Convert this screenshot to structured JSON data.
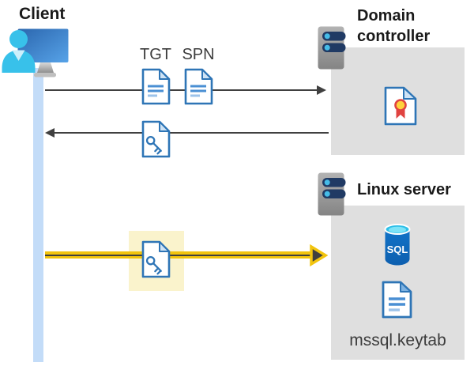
{
  "diagram": {
    "client": {
      "label": "Client"
    },
    "tickets": {
      "tgt_label": "TGT",
      "spn_label": "SPN"
    },
    "domain_controller": {
      "label_line1": "Domain",
      "label_line2": "controller"
    },
    "linux_server": {
      "label": "Linux server",
      "sql_icon_label": "SQL",
      "keytab_label": "mssql.keytab"
    }
  },
  "colors": {
    "doc_border_blue": "#2E75B6",
    "doc_line_blue": "#4A8FD3",
    "doc_fold_blue": "#CFE3F5",
    "gray_box": "#DFDFDF",
    "arrow_gray": "#404040",
    "highlight_box_yellow": "#FAF3CC",
    "arrow_yellow": "#F2C40D",
    "client_timeline_blue": "#C3DCF8",
    "person_cyan": "#38C1EA",
    "monitor_blue": "#2B66AE",
    "server_bar_navy": "#203A64",
    "server_dot_cyan": "#45BCE8",
    "sql_cylinder_blue": "#0F6BBE",
    "sql_top_cyan": "#35C6EC",
    "certificate_gold": "#FFD23B",
    "certificate_red": "#E04340"
  }
}
